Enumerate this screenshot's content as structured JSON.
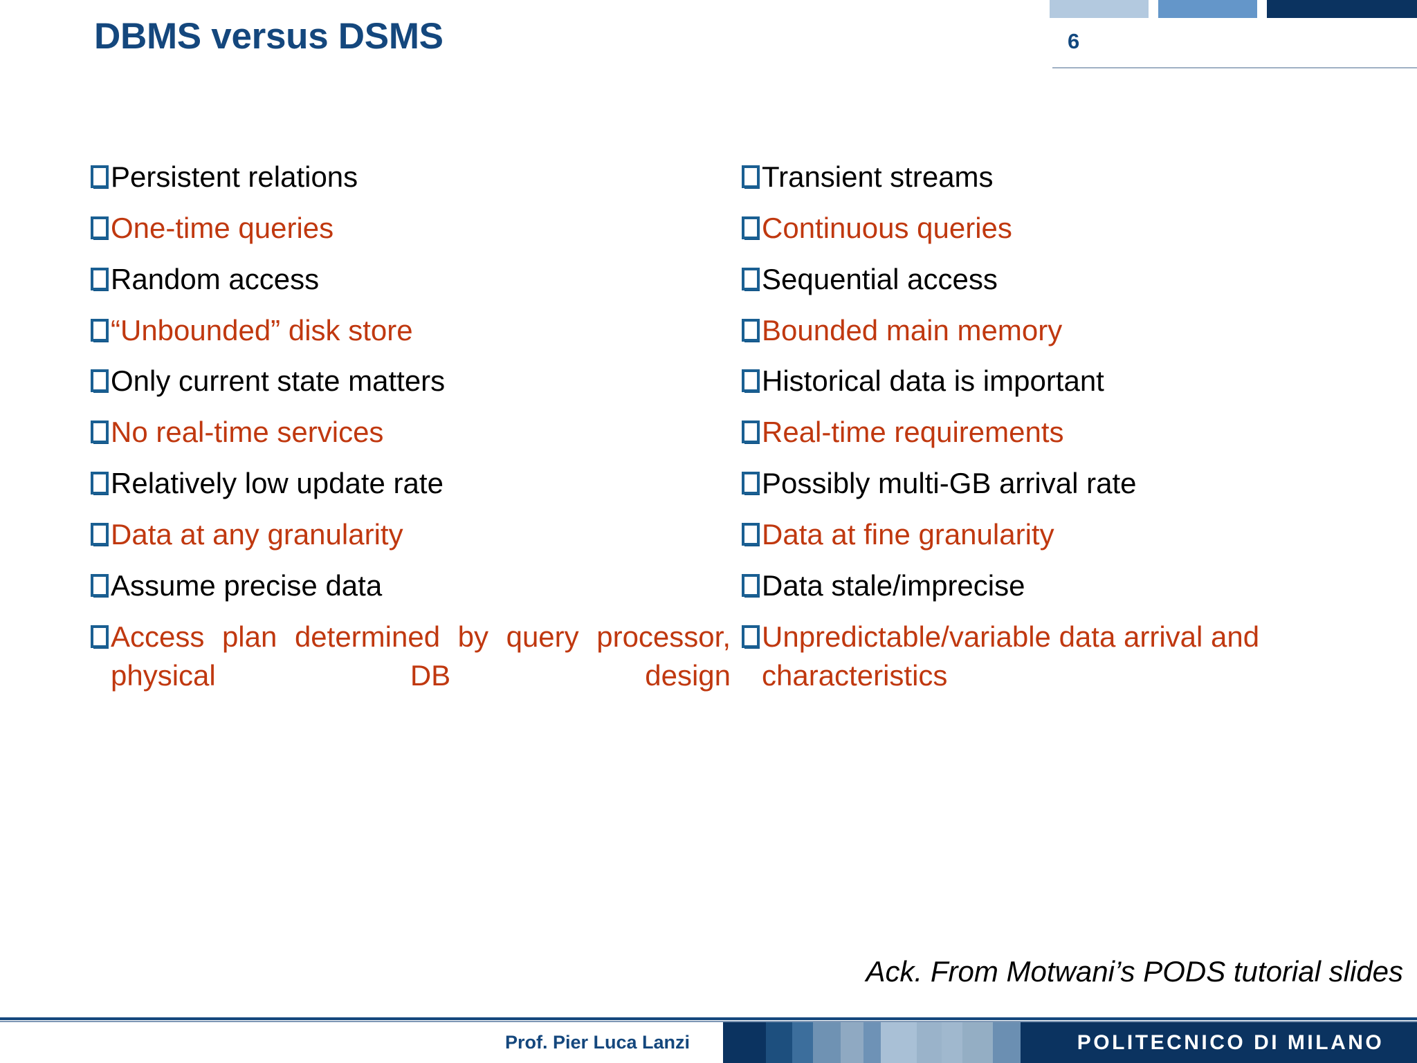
{
  "header": {
    "title": "DBMS versus DSMS",
    "page_number": "6",
    "deco_colors": [
      "#b3c9df",
      "#6496c9",
      "#0b3360"
    ],
    "title_color": "#14477d"
  },
  "content": {
    "left_column": [
      {
        "text": "Persistent relations",
        "tone": "dark",
        "wrap": false
      },
      {
        "text": "One-time queries",
        "tone": "accent",
        "wrap": false
      },
      {
        "text": "Random access",
        "tone": "dark",
        "wrap": false
      },
      {
        "text": "“Unbounded” disk store",
        "tone": "accent",
        "wrap": false
      },
      {
        "text": "Only current state matters",
        "tone": "dark",
        "wrap": false
      },
      {
        "text": "No real-time services",
        "tone": "accent",
        "wrap": false
      },
      {
        "text": "Relatively low update rate",
        "tone": "dark",
        "wrap": false
      },
      {
        "text": "Data at any granularity",
        "tone": "accent",
        "wrap": false
      },
      {
        "text": "Assume precise data",
        "tone": "dark",
        "wrap": false
      },
      {
        "text": "Access plan determined by query processor, physical DB design",
        "tone": "accent",
        "wrap": true
      }
    ],
    "right_column": [
      {
        "text": "Transient streams",
        "tone": "dark",
        "wrap": false
      },
      {
        "text": "Continuous queries",
        "tone": "accent",
        "wrap": false
      },
      {
        "text": "Sequential access",
        "tone": "dark",
        "wrap": false
      },
      {
        "text": "Bounded main memory",
        "tone": "accent",
        "wrap": false
      },
      {
        "text": "Historical data is important",
        "tone": "dark",
        "wrap": false
      },
      {
        "text": "Real-time requirements",
        "tone": "accent",
        "wrap": false
      },
      {
        "text": "Possibly multi-GB arrival rate",
        "tone": "dark",
        "wrap": false
      },
      {
        "text": "Data at fine granularity",
        "tone": "accent",
        "wrap": false
      },
      {
        "text": "Data stale/imprecise",
        "tone": "dark",
        "wrap": false
      },
      {
        "text": "Unpredictable/variable data arrival and characteristics",
        "tone": "accent",
        "wrap": false
      }
    ],
    "bullet_icon": "checkbox-square-icon",
    "accent_color": "#c0380f",
    "dark_color": "#000000"
  },
  "acknowledgement": "Ack. From Motwani’s PODS tutorial slides",
  "footer": {
    "author": "Prof. Pier Luca Lanzi",
    "institution": "POLITECNICO DI MILANO",
    "stripe_colors": [
      "#0b3360",
      "#0b3360",
      "#1d4f7e",
      "#3c6e9c",
      "#6f92b3",
      "#8fa9c2",
      "#6e92b6",
      "#a9c0d6",
      "#9ab3ca",
      "#a0b8ce",
      "#94aec4",
      "#6b8fb2",
      "#0b3360"
    ],
    "stripe_widths": [
      40,
      22,
      38,
      30,
      40,
      33,
      25,
      52,
      36,
      30,
      44,
      40
    ]
  }
}
